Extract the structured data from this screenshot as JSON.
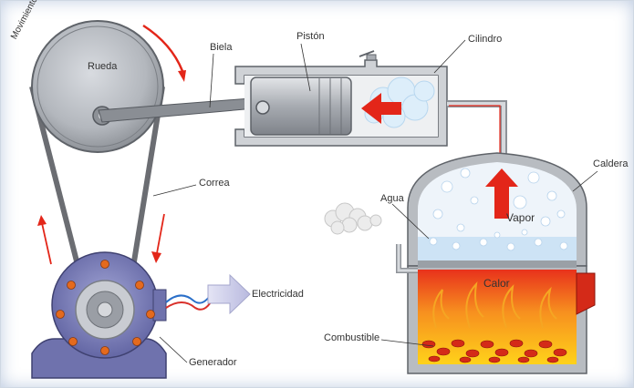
{
  "labels": {
    "movimiento": "Movimiento",
    "rueda": "Rueda",
    "biela": "Biela",
    "piston": "Pistón",
    "cilindro": "Cilindro",
    "caldera": "Caldera",
    "agua": "Agua",
    "vapor": "Vapor",
    "correa": "Correa",
    "calor": "Calor",
    "electricidad": "Electricidad",
    "combustible": "Combustible",
    "generador": "Generador"
  },
  "colors": {
    "arrow_red": "#e32619",
    "metal": "#a9adb3",
    "generator": "#7d80b8",
    "fire_orange": "#f47a1f",
    "fire_yellow": "#ffd21a",
    "water": "#cde3f5"
  }
}
